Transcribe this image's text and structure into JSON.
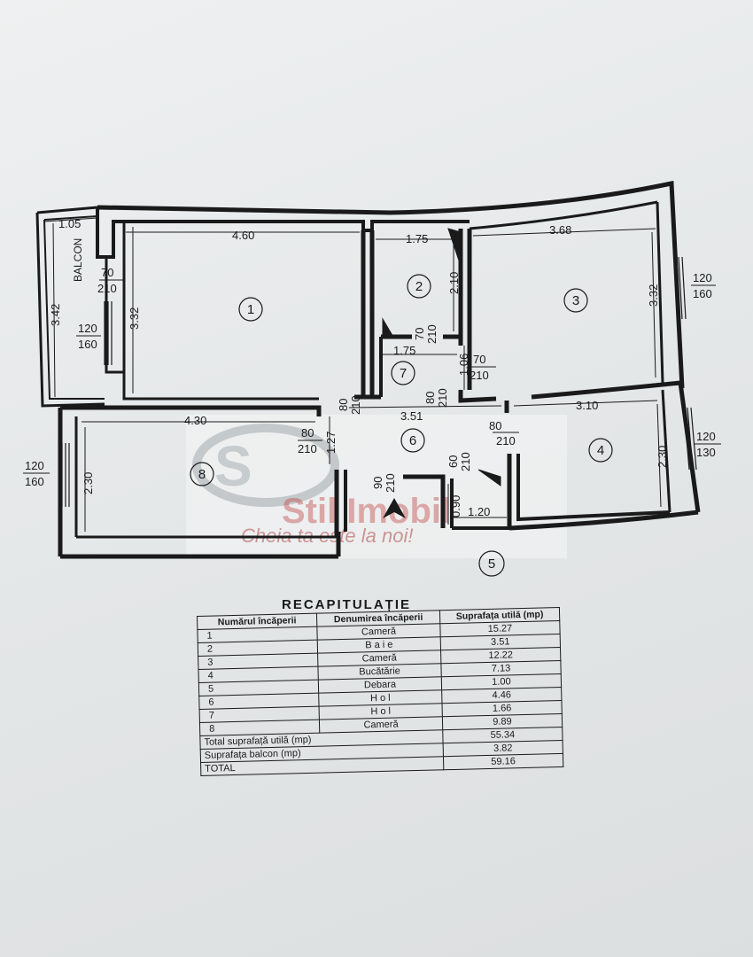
{
  "plan": {
    "rooms": [
      "1",
      "2",
      "3",
      "4",
      "5",
      "6",
      "7",
      "8"
    ],
    "balcony_label": "BALCON",
    "dimensions": {
      "balcony_width": "1.05",
      "balcony_length": "3.42",
      "r1_width": "4.60",
      "r1_height": "3.32",
      "r2_width": "1.75",
      "r2_height": "2.10",
      "r3_width": "3.68",
      "r3_height": "3.32",
      "r7_width": "1.75",
      "r7_height": "1.06",
      "r8_width": "4.30",
      "r8_height": "2.30",
      "r6_width": "3.51",
      "r6_height": "1.27",
      "r4_width": "3.10",
      "r4_height": "2.30",
      "r5_width": "1.20",
      "r5_height": "0.90"
    },
    "openings": {
      "door_balcony": [
        "70",
        "210"
      ],
      "win_balcony": [
        "120",
        "160"
      ],
      "win_r3": [
        "120",
        "160"
      ],
      "door_r2": [
        "70",
        "210"
      ],
      "door_r3": [
        "70",
        "210"
      ],
      "door_r1": [
        "80",
        "210"
      ],
      "door_r7": [
        "80",
        "210"
      ],
      "door_r8": [
        "80",
        "210"
      ],
      "door_r4": [
        "80",
        "210"
      ],
      "win_r4": [
        "120",
        "130"
      ],
      "win_r8": [
        "120",
        "160"
      ],
      "door_entrance": [
        "90",
        "210"
      ],
      "door_r5": [
        "60",
        "210"
      ]
    },
    "watermark": {
      "main": "Stil Imobil",
      "tagline": "Cheia ta este la noi!"
    }
  },
  "recap": {
    "title": "RECAPITULAȚIE",
    "headers": [
      "Numărul încăperii",
      "Denumirea încăperii",
      "Suprafața utilă (mp)"
    ],
    "rows": [
      [
        "1",
        "Cameră",
        "15.27"
      ],
      [
        "2",
        "B a i e",
        "3.51"
      ],
      [
        "3",
        "Cameră",
        "12.22"
      ],
      [
        "4",
        "Bucătărie",
        "7.13"
      ],
      [
        "5",
        "Debara",
        "1.00"
      ],
      [
        "6",
        "H o l",
        "4.46"
      ],
      [
        "7",
        "H o l",
        "1.66"
      ],
      [
        "8",
        "Cameră",
        "9.89"
      ]
    ],
    "total_useful_label": "Total suprafață utilă (mp)",
    "total_useful_value": "55.34",
    "balcony_label": "Suprafața balcon (mp)",
    "balcony_value": "3.82",
    "total_label": "TOTAL",
    "total_value": "59.16"
  }
}
